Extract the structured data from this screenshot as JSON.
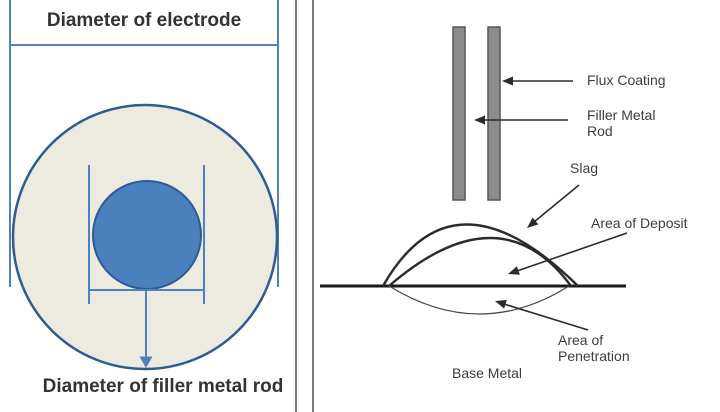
{
  "title": "Welding electrode and weld bead diagram",
  "left_panel": {
    "top_label": "Diameter of electrode",
    "bottom_label": "Diameter of filler metal rod"
  },
  "right_panel": {
    "labels": {
      "flux_coating": "Flux Coating",
      "filler_metal_rod": "Filler Metal\nRod",
      "slag": "Slag",
      "area_of_deposit": "Area of Deposit",
      "area_of_penetration": "Area of\nPenetration",
      "base_metal": "Base Metal"
    }
  },
  "colors": {
    "accent_blue": "#4f81bd",
    "dark_blue": "#2f5a93",
    "rod_blue": "#4a80bd",
    "beige": "#edeae0",
    "bar_gray": "#8a8c8e",
    "bar_border": "#54565a",
    "divider_gray": "#7b7b7b",
    "ink": "#2b2b2b",
    "base_line": "#1a1a1a",
    "pen_line": "#4a4a4a",
    "left_text": "#333333",
    "right_text": "#3d3d3d"
  }
}
